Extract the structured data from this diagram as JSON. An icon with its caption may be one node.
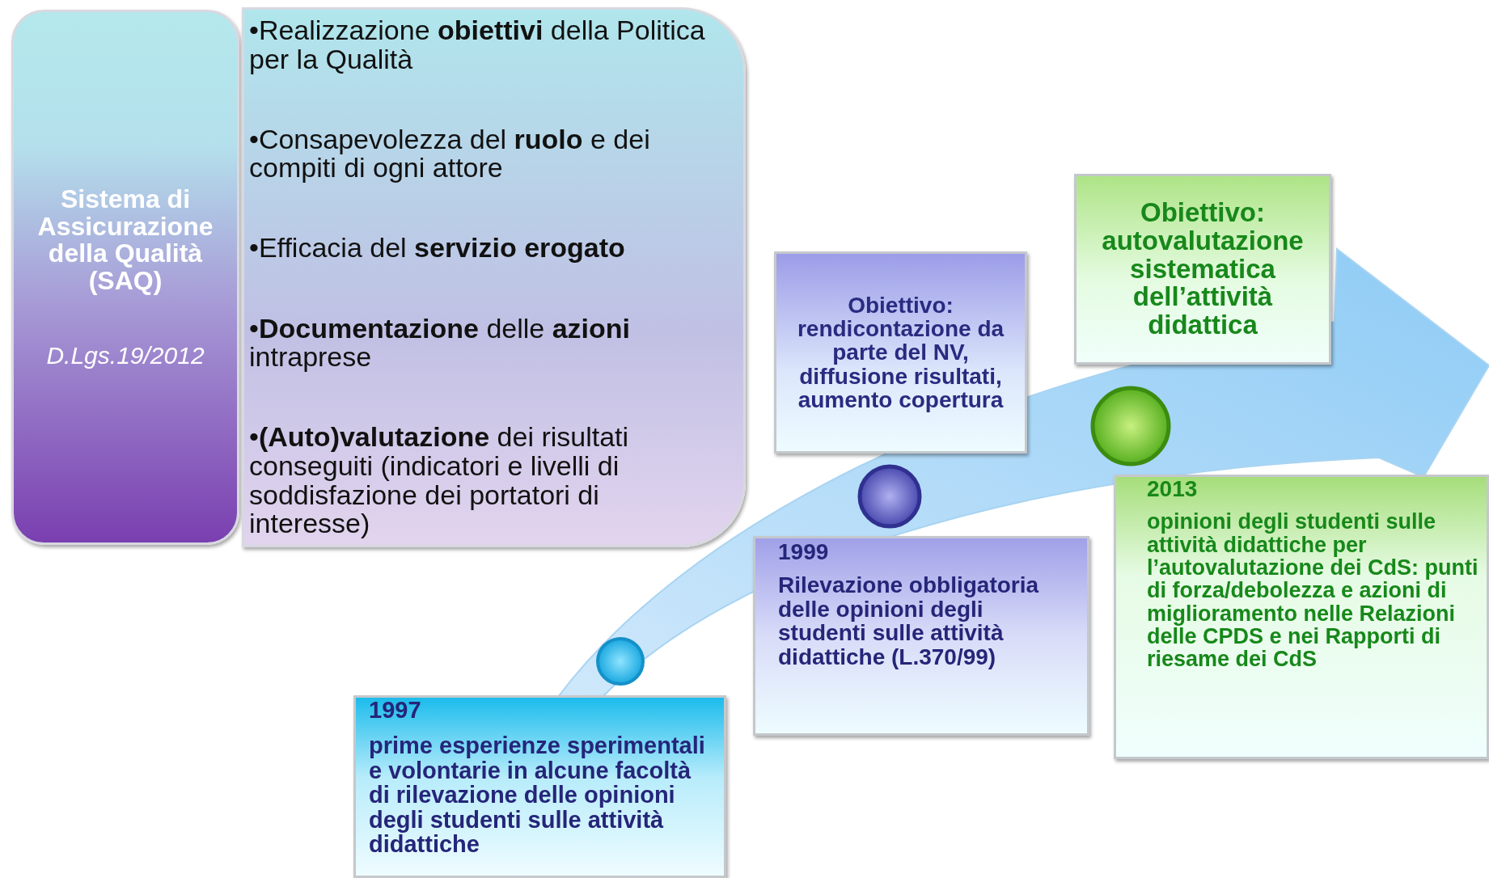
{
  "diagram": {
    "nodes": [
      {
        "text": [
          "Sistema di Assicurazione della Qualità (SAQ)",
          "D.Lgs.19/2012"
        ]
      },
      {
        "text": [
          "•Realizzazione **obiettivi** della Politica per la Qualità",
          "•Consapevolezza del **ruolo** e dei compiti di ogni attore",
          "•Efficacia del **servizio erogato**",
          "•**Documentazione** delle **azioni** intraprese",
          "•**(Auto)valutazione** dei risultati conseguiti (indicatori e livelli di soddisfazione dei portatori di interesse)"
        ]
      },
      {
        "text": [
          "1997",
          "prime esperienze sperimentali e volontarie in alcune facoltà di rilevazione delle opinioni degli studenti sulle attività didattiche"
        ]
      },
      {
        "text": [
          "Obiettivo: rendicontazione da parte del NV, diffusione risultati, aumento copertura"
        ]
      },
      {
        "text": [
          "1999",
          "Rilevazione obbligatoria delle opinioni degli studenti sulle attività didattiche (L.370/99)"
        ]
      },
      {
        "text": [
          "Obiettivo: autovalutazione sistematica dell’attività didattica"
        ]
      },
      {
        "text": [
          "2013",
          "opinioni degli studenti sulle attività didattiche per l’autovalutazione dei CdS: punti di forza/debolezza e azioni di miglioramento nelle Relazioni delle CPDS e nei Rapporti di riesame dei CdS"
        ]
      }
    ]
  }
}
